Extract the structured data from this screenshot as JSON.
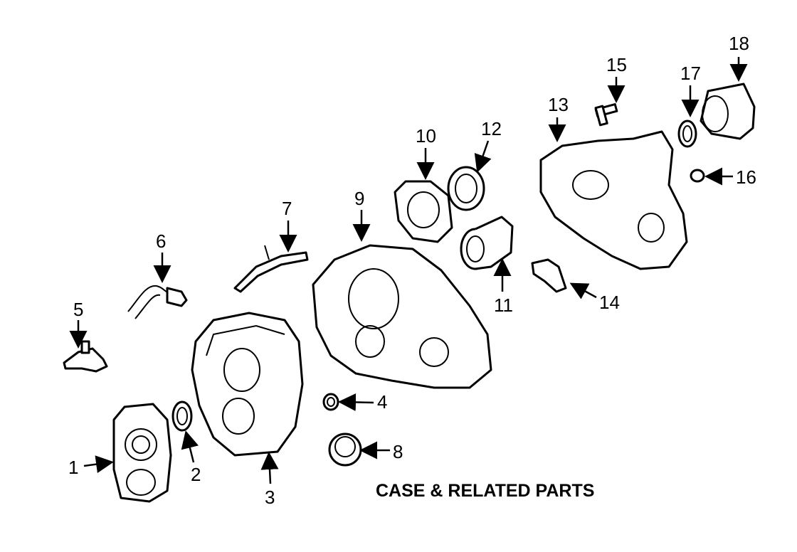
{
  "title": "CASE & RELATED PARTS",
  "callouts": [
    "1",
    "2",
    "3",
    "4",
    "5",
    "6",
    "7",
    "8",
    "9",
    "10",
    "11",
    "12",
    "13",
    "14",
    "15",
    "16",
    "17",
    "18"
  ]
}
